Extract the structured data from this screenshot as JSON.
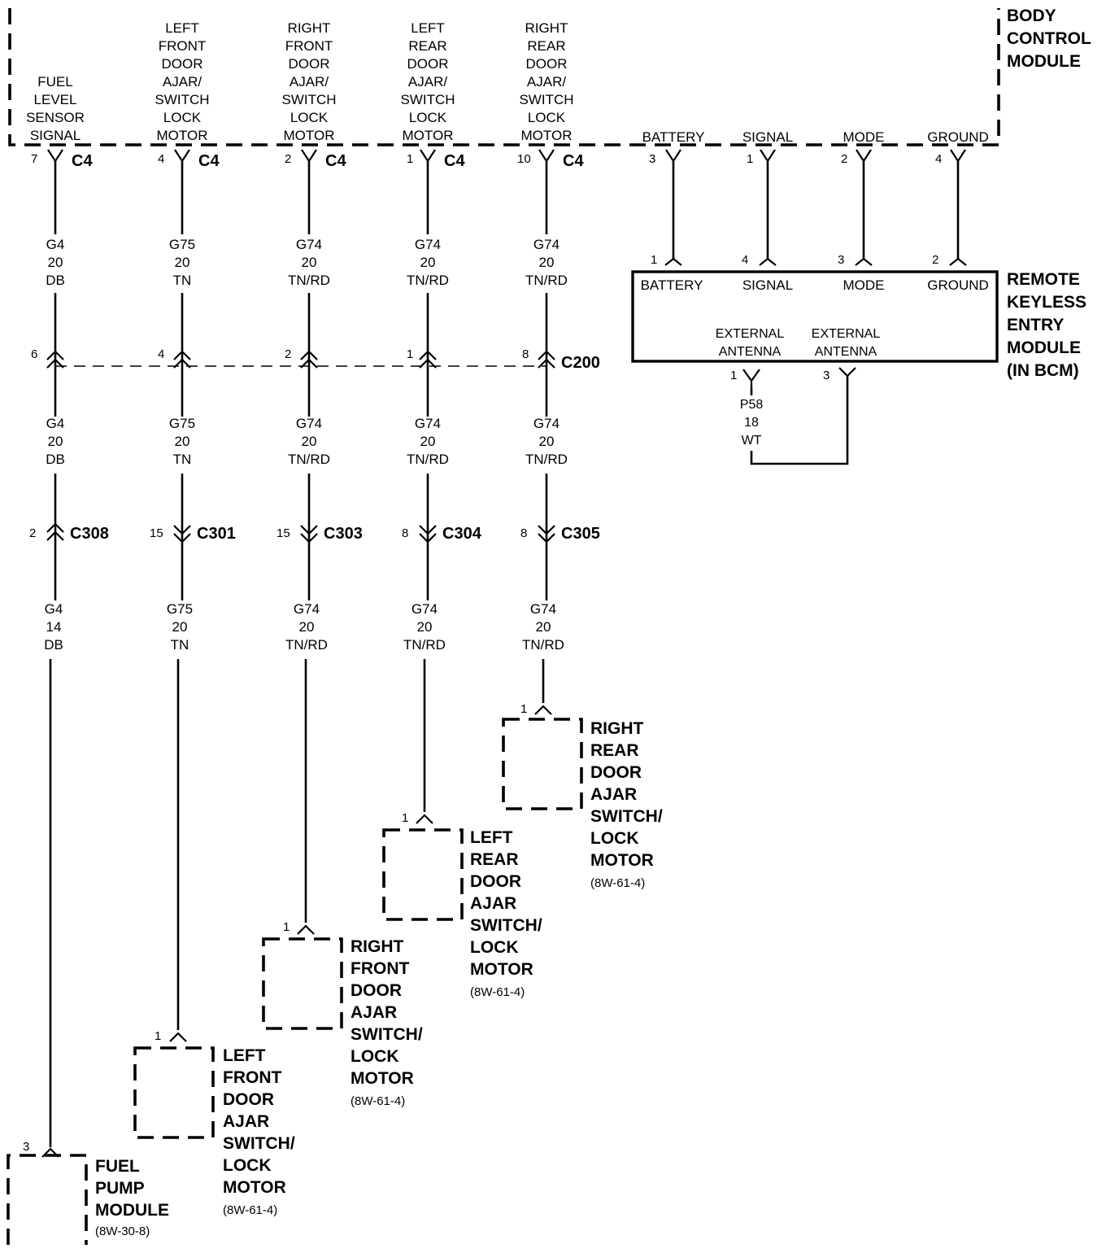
{
  "bcm": {
    "title": [
      "BODY",
      "CONTROL",
      "MODULE"
    ],
    "inputs": [
      {
        "label": [
          "FUEL",
          "LEVEL",
          "SENSOR",
          "SIGNAL"
        ],
        "pin": "7",
        "connector": "C4"
      },
      {
        "label": [
          "LEFT",
          "FRONT",
          "DOOR",
          "AJAR/",
          "SWITCH",
          "LOCK",
          "MOTOR"
        ],
        "pin": "4",
        "connector": "C4"
      },
      {
        "label": [
          "RIGHT",
          "FRONT",
          "DOOR",
          "AJAR/",
          "SWITCH",
          "LOCK",
          "MOTOR"
        ],
        "pin": "2",
        "connector": "C4"
      },
      {
        "label": [
          "LEFT",
          "REAR",
          "DOOR",
          "AJAR/",
          "SWITCH",
          "LOCK",
          "MOTOR"
        ],
        "pin": "1",
        "connector": "C4"
      },
      {
        "label": [
          "RIGHT",
          "REAR",
          "DOOR",
          "AJAR/",
          "SWITCH",
          "LOCK",
          "MOTOR"
        ],
        "pin": "10",
        "connector": "C4"
      }
    ],
    "rke_pins": [
      {
        "label": "BATTERY",
        "pin": "3"
      },
      {
        "label": "SIGNAL",
        "pin": "1"
      },
      {
        "label": "MODE",
        "pin": "2"
      },
      {
        "label": "GROUND",
        "pin": "4"
      }
    ]
  },
  "rke_module": {
    "title": [
      "REMOTE",
      "KEYLESS",
      "ENTRY",
      "MODULE",
      "(IN BCM)"
    ],
    "pins": [
      {
        "label": "BATTERY",
        "pin": "1"
      },
      {
        "label": "SIGNAL",
        "pin": "4"
      },
      {
        "label": "MODE",
        "pin": "3"
      },
      {
        "label": "GROUND",
        "pin": "2"
      }
    ],
    "antennas": [
      {
        "label": [
          "EXTERNAL",
          "ANTENNA"
        ],
        "pin": "1"
      },
      {
        "label": [
          "EXTERNAL",
          "ANTENNA"
        ],
        "pin": "3"
      }
    ],
    "antenna_wire": [
      "P58",
      "18",
      "WT"
    ]
  },
  "connector_c200": {
    "name": "C200",
    "pins": [
      "6",
      "4",
      "2",
      "1",
      "8"
    ]
  },
  "circuits": [
    {
      "wire_upper": [
        "G4",
        "20",
        "DB"
      ],
      "wire_mid": [
        "G4",
        "20",
        "DB"
      ],
      "wire_lower": [
        "G4",
        "14",
        "DB"
      ],
      "inline_pin": "2",
      "inline_conn": "C308",
      "end_pin": "3",
      "component": {
        "title": [
          "FUEL",
          "PUMP",
          "MODULE"
        ],
        "ref": "(8W-30-8)"
      }
    },
    {
      "wire_upper": [
        "G75",
        "20",
        "TN"
      ],
      "wire_mid": [
        "G75",
        "20",
        "TN"
      ],
      "wire_lower": [
        "G75",
        "20",
        "TN"
      ],
      "inline_pin": "15",
      "inline_conn": "C301",
      "end_pin": "1",
      "component": {
        "title": [
          "LEFT",
          "FRONT",
          "DOOR",
          "AJAR",
          "SWITCH/",
          "LOCK",
          "MOTOR"
        ],
        "ref": "(8W-61-4)"
      }
    },
    {
      "wire_upper": [
        "G74",
        "20",
        "TN/RD"
      ],
      "wire_mid": [
        "G74",
        "20",
        "TN/RD"
      ],
      "wire_lower": [
        "G74",
        "20",
        "TN/RD"
      ],
      "inline_pin": "15",
      "inline_conn": "C303",
      "end_pin": "1",
      "component": {
        "title": [
          "RIGHT",
          "FRONT",
          "DOOR",
          "AJAR",
          "SWITCH/",
          "LOCK",
          "MOTOR"
        ],
        "ref": "(8W-61-4)"
      }
    },
    {
      "wire_upper": [
        "G74",
        "20",
        "TN/RD"
      ],
      "wire_mid": [
        "G74",
        "20",
        "TN/RD"
      ],
      "wire_lower": [
        "G74",
        "20",
        "TN/RD"
      ],
      "inline_pin": "8",
      "inline_conn": "C304",
      "end_pin": "1",
      "component": {
        "title": [
          "LEFT",
          "REAR",
          "DOOR",
          "AJAR",
          "SWITCH/",
          "LOCK",
          "MOTOR"
        ],
        "ref": "(8W-61-4)"
      }
    },
    {
      "wire_upper": [
        "G74",
        "20",
        "TN/RD"
      ],
      "wire_mid": [
        "G74",
        "20",
        "TN/RD"
      ],
      "wire_lower": [
        "G74",
        "20",
        "TN/RD"
      ],
      "inline_pin": "8",
      "inline_conn": "C305",
      "end_pin": "1",
      "component": {
        "title": [
          "RIGHT",
          "REAR",
          "DOOR",
          "AJAR",
          "SWITCH/",
          "LOCK",
          "MOTOR"
        ],
        "ref": "(8W-61-4)"
      }
    }
  ]
}
